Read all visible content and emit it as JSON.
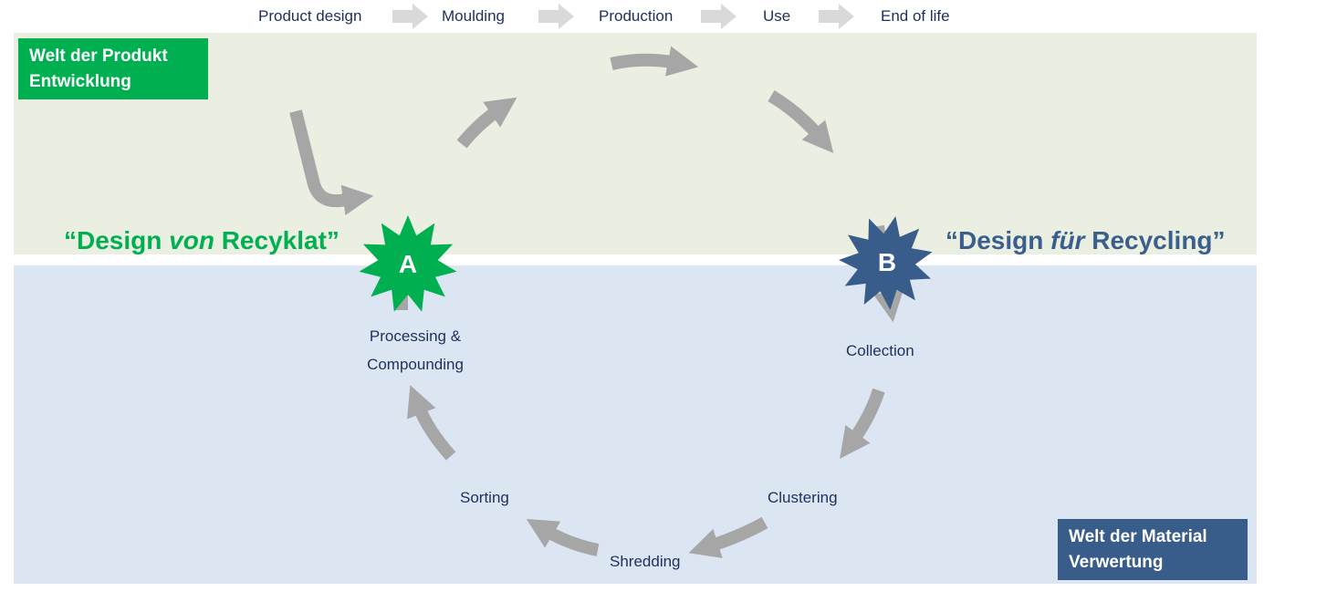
{
  "top_flow": {
    "steps": [
      "Product design",
      "Moulding",
      "Production",
      "Use",
      "End of life"
    ]
  },
  "worlds": {
    "product": "Welt der Produkt Entwicklung",
    "material": "Welt der Material Verwertung"
  },
  "markers": {
    "a": {
      "letter": "A",
      "color": "#00b050"
    },
    "b": {
      "letter": "B",
      "color": "#385d8a"
    }
  },
  "quotes": {
    "a": {
      "prefix": "“Design ",
      "emphasis": "von",
      "suffix": " Recyklat”"
    },
    "b": {
      "prefix": "“Design ",
      "emphasis": "für",
      "suffix": " Recycling”"
    }
  },
  "cycle_stages": {
    "processing_line1": "Processing &",
    "processing_line2": "Compounding",
    "collection": "Collection",
    "clustering": "Clustering",
    "shredding": "Shredding",
    "sorting": "Sorting"
  },
  "colors": {
    "product_zone": "#ebefe1",
    "material_zone": "#dce6f2",
    "arrow_gray": "#a6a6a6",
    "step_arrow_gray": "#d9d9d9",
    "text_navy": "#1f2f5a"
  }
}
